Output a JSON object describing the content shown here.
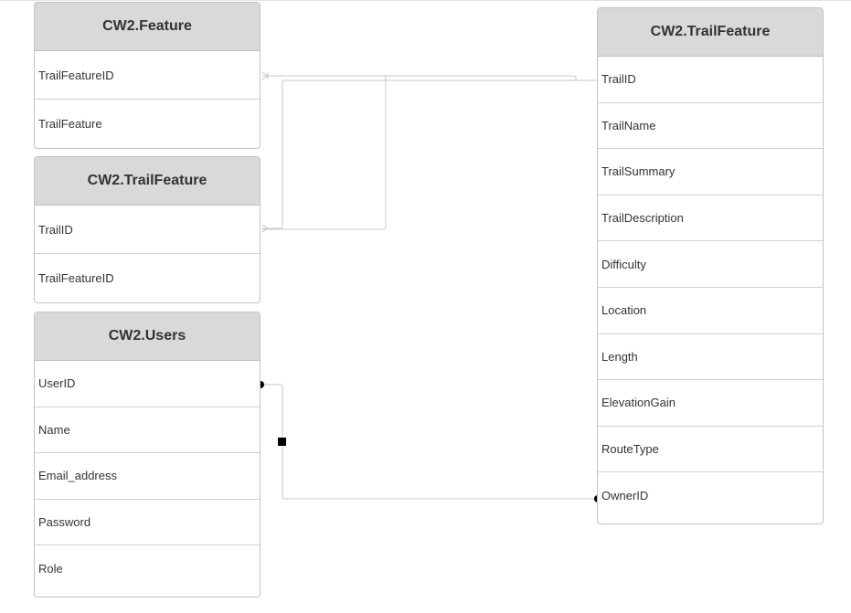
{
  "entities": [
    {
      "id": "entity-feature",
      "title": "CW2.Feature",
      "fields": [
        "TrailFeatureID",
        "TrailFeature"
      ]
    },
    {
      "id": "entity-trailfeature-link",
      "title": "CW2.TrailFeature",
      "fields": [
        "TrailID",
        "TrailFeatureID"
      ]
    },
    {
      "id": "entity-users",
      "title": "CW2.Users",
      "fields": [
        "UserID",
        "Name",
        "Email_address",
        "Password",
        "Role"
      ]
    },
    {
      "id": "entity-trail",
      "title": "CW2.TrailFeature",
      "fields": [
        "TrailID",
        "TrailName",
        "TrailSummary",
        "TrailDescription",
        "Difficulty",
        "Location",
        "Length",
        "ElevationGain",
        "RouteType",
        "OwnerID"
      ]
    }
  ],
  "colors": {
    "header_bg": "#d9d9d9",
    "border": "#c4c4c4",
    "connector": "#c8c8c8",
    "marker": "#000000"
  }
}
